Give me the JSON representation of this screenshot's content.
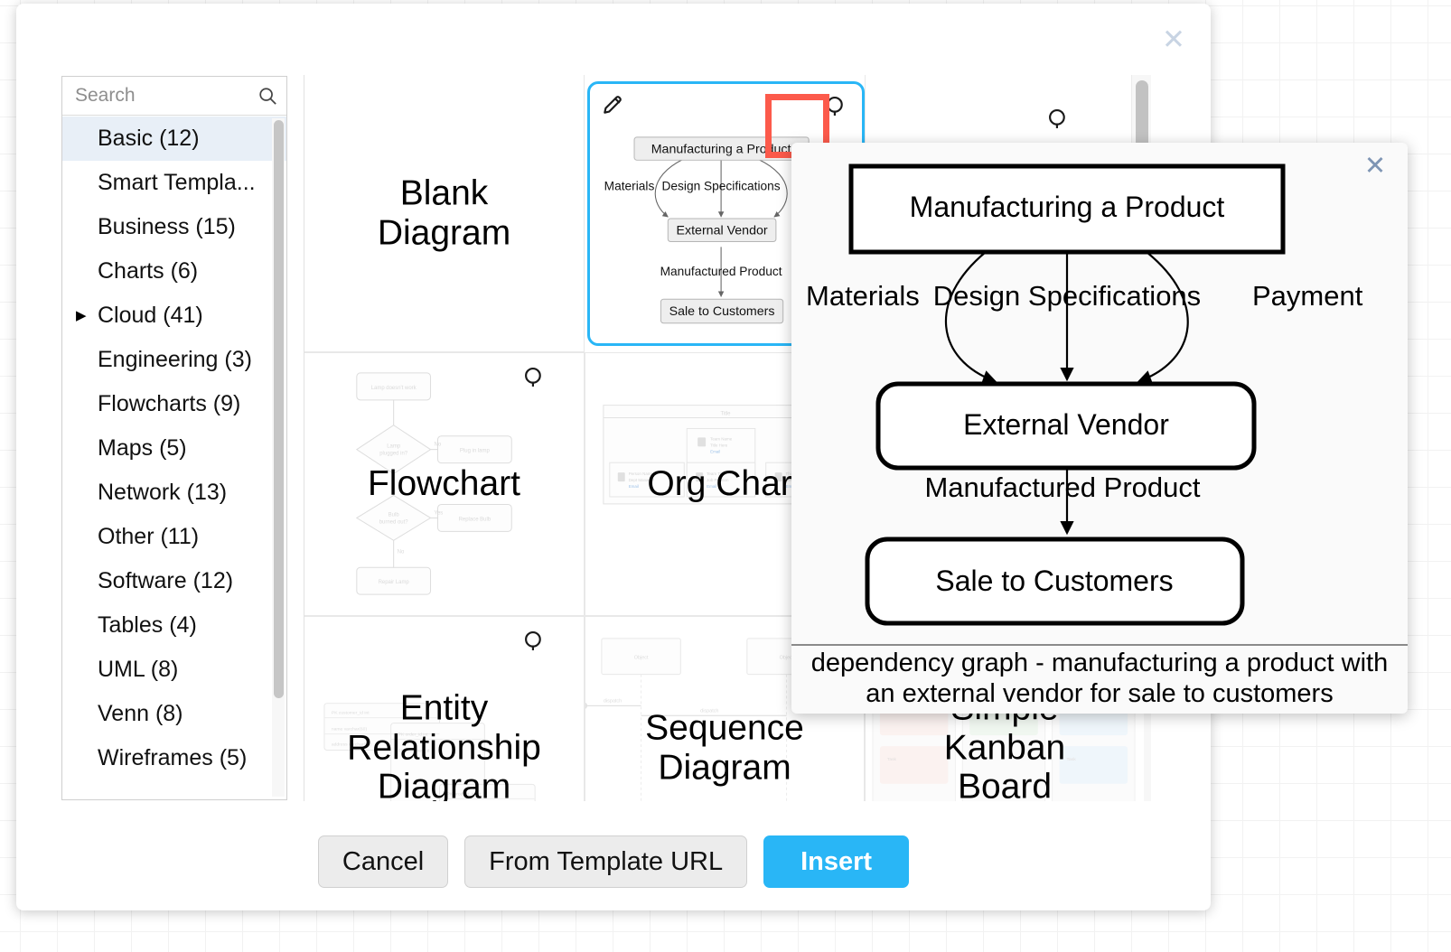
{
  "dialog": {
    "close_label": "✕"
  },
  "search": {
    "placeholder": "Search",
    "value": "",
    "icon": "search-icon"
  },
  "categories": [
    {
      "label": "Basic (12)",
      "expandable": false,
      "selected": true
    },
    {
      "label": "Smart Templa...",
      "expandable": false,
      "selected": false
    },
    {
      "label": "Business (15)",
      "expandable": false,
      "selected": false
    },
    {
      "label": "Charts (6)",
      "expandable": false,
      "selected": false
    },
    {
      "label": "Cloud (41)",
      "expandable": true,
      "selected": false
    },
    {
      "label": "Engineering (3)",
      "expandable": false,
      "selected": false
    },
    {
      "label": "Flowcharts (9)",
      "expandable": false,
      "selected": false
    },
    {
      "label": "Maps (5)",
      "expandable": false,
      "selected": false
    },
    {
      "label": "Network (13)",
      "expandable": false,
      "selected": false
    },
    {
      "label": "Other (11)",
      "expandable": false,
      "selected": false
    },
    {
      "label": "Software (12)",
      "expandable": false,
      "selected": false
    },
    {
      "label": "Tables (4)",
      "expandable": false,
      "selected": false
    },
    {
      "label": "UML (8)",
      "expandable": false,
      "selected": false
    },
    {
      "label": "Venn (8)",
      "expandable": false,
      "selected": false
    },
    {
      "label": "Wireframes (5)",
      "expandable": false,
      "selected": false
    }
  ],
  "expand_arrow": "▶",
  "templates": [
    {
      "name": "Blank Diagram",
      "label": "Blank\nDiagram",
      "selected": false
    },
    {
      "name": "dependency-graph",
      "label": "",
      "selected": true
    },
    {
      "name": "Flowchart",
      "label": "Flowchart",
      "selected": false
    },
    {
      "name": "Org Chart",
      "label": "Org Chart",
      "selected": false
    },
    {
      "name": "Entity Relationship Diagram",
      "label": "Entity\nRelationship\nDiagram",
      "selected": false
    },
    {
      "name": "Sequence Diagram",
      "label": "Sequence\nDiagram",
      "selected": false
    },
    {
      "name": "Simple Kanban Board",
      "label": "Simple\nKanban\nBoard",
      "selected": false
    }
  ],
  "thumbnail_diagram": {
    "nodes": [
      "Manufacturing a Product",
      "External Vendor",
      "Sale to Customers"
    ],
    "edge_labels": [
      "Materials",
      "Design Specifications",
      "Payment",
      "Manufactured Product"
    ]
  },
  "preview": {
    "close_label": "✕",
    "caption": "dependency graph - manufacturing a product with an external vendor for sale to customers",
    "nodes": [
      {
        "text": "Manufacturing a Product",
        "shape": "rect"
      },
      {
        "text": "External Vendor",
        "shape": "rounded"
      },
      {
        "text": "Sale to Customers",
        "shape": "rounded"
      }
    ],
    "edge_labels": [
      "Materials",
      "Design Specifications",
      "Payment",
      "Manufactured Product"
    ]
  },
  "footer": {
    "cancel_label": "Cancel",
    "from_url_label": "From Template URL",
    "insert_label": "Insert"
  },
  "colors": {
    "accent": "#29b6f6",
    "highlight": "#fc5a4b",
    "selected_row": "#e8eff7"
  }
}
